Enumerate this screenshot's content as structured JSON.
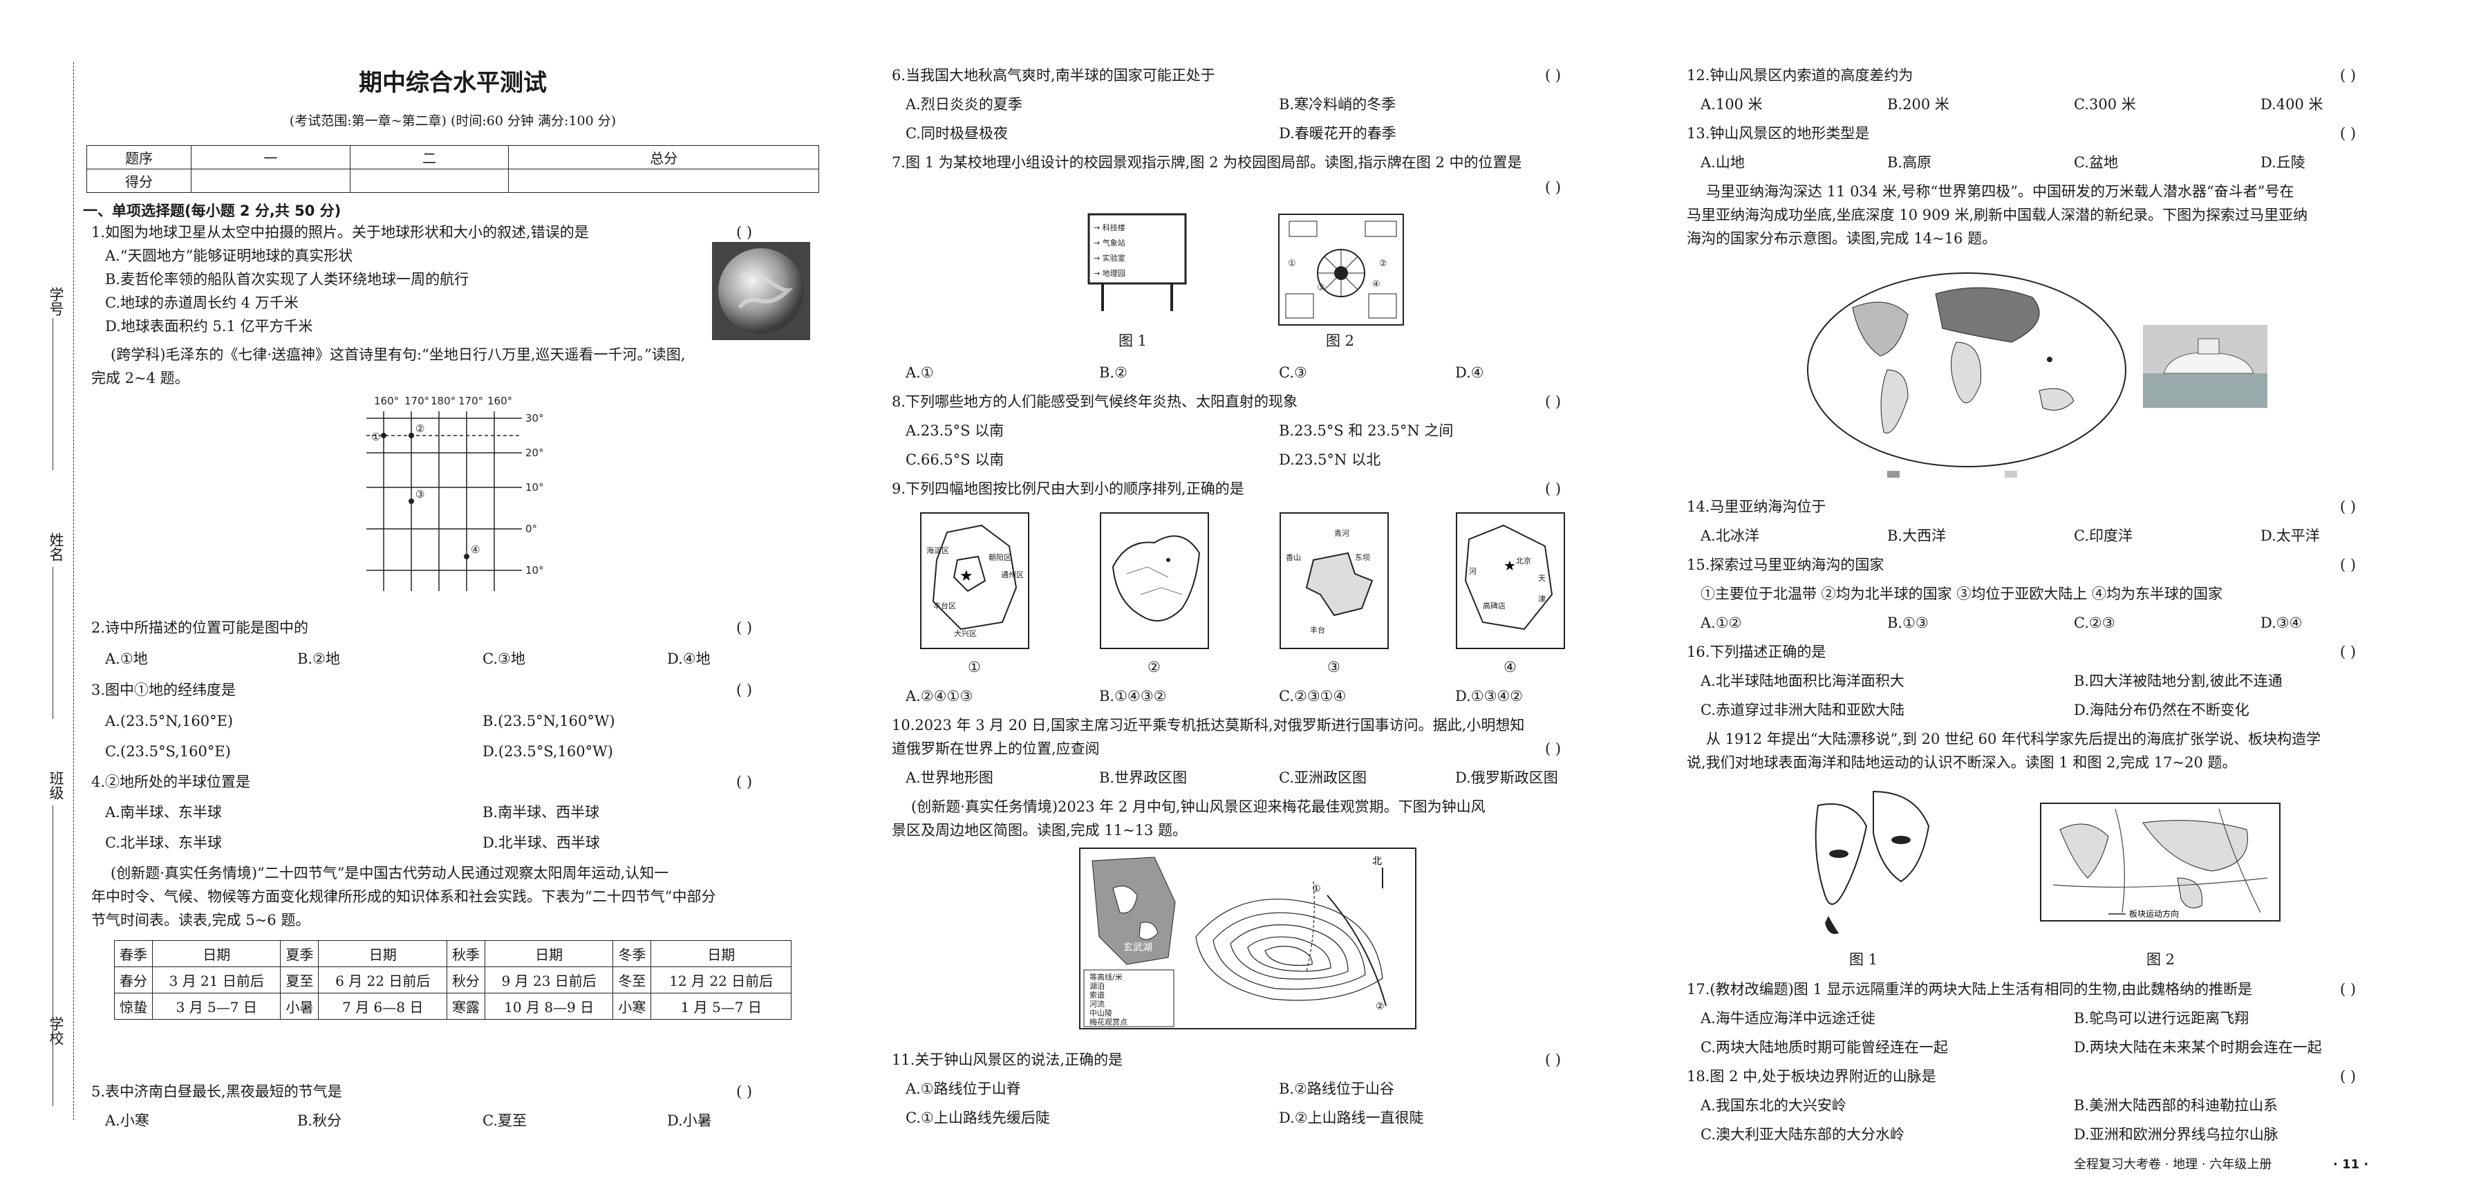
{
  "gutter": {
    "label1": "学号",
    "label2": "姓名",
    "label3": "班级",
    "label4": "学校"
  },
  "exam": {
    "title": "期中综合水平测试",
    "subtitle": "(考试范围:第一章~第二章) (时间:60 分钟 满分:100 分)",
    "score_table": {
      "headers": [
        "题序",
        "一",
        "二",
        "总分"
      ],
      "row_label": "得分"
    }
  },
  "section1": "一、单项选择题(每小题 2 分,共 50 分)",
  "paren": "(    )",
  "q1": {
    "stem": "1.如图为地球卫星从太空中拍摄的照片。关于地球形状和大小的叙述,错误的是",
    "a": "A.“天圆地方”能够证明地球的真实形状",
    "b": "B.麦哲伦率领的船队首次实现了人类环绕地球一周的航行",
    "c": "C.地球的赤道周长约 4 万千米",
    "d": "D.地球表面积约 5.1 亿平方千米"
  },
  "intro24": {
    "l1": "(跨学科)毛泽东的《七律·送瘟神》这首诗里有句:“坐地日行八万里,巡天遥看一千河。”读图,",
    "l2": "完成 2~4 题。"
  },
  "grid": {
    "top": [
      "160°",
      "170°",
      "180°",
      "170°",
      "160°"
    ],
    "right": [
      "30°",
      "20°",
      "10°",
      "0°",
      "10°"
    ],
    "points": [
      "①",
      "②",
      "③",
      "④"
    ]
  },
  "q2": {
    "stem": "2.诗中所描述的位置可能是图中的",
    "a": "A.①地",
    "b": "B.②地",
    "c": "C.③地",
    "d": "D.④地"
  },
  "q3": {
    "stem": "3.图中①地的经纬度是",
    "a": "A.(23.5°N,160°E)",
    "b": "B.(23.5°N,160°W)",
    "c": "C.(23.5°S,160°E)",
    "d": "D.(23.5°S,160°W)"
  },
  "q4": {
    "stem": "4.②地所处的半球位置是",
    "a": "A.南半球、东半球",
    "b": "B.南半球、西半球",
    "c": "C.北半球、东半球",
    "d": "D.北半球、西半球"
  },
  "intro56": {
    "l1": "(创新题·真实任务情境)“二十四节气”是中国古代劳动人民通过观察太阳周年运动,认知一",
    "l2": "年中时令、气候、物候等方面变化规律所形成的知识体系和社会实践。下表为“二十四节气”中部分",
    "l3": "节气时间表。读表,完成 5~6 题。"
  },
  "solar": {
    "head": [
      "春季",
      "日期",
      "夏季",
      "日期",
      "秋季",
      "日期",
      "冬季",
      "日期"
    ],
    "r1": [
      "春分",
      "3 月 21 日前后",
      "夏至",
      "6 月 22 日前后",
      "秋分",
      "9 月 23 日前后",
      "冬至",
      "12 月 22 日前后"
    ],
    "r2": [
      "惊蛰",
      "3 月 5—7 日",
      "小暑",
      "7 月 6—8 日",
      "寒露",
      "10 月 8—9 日",
      "小寒",
      "1 月 5—7 日"
    ]
  },
  "q5": {
    "stem": "5.表中济南白昼最长,黑夜最短的节气是",
    "a": "A.小寒",
    "b": "B.秋分",
    "c": "C.夏至",
    "d": "D.小暑"
  },
  "q6": {
    "stem": "6.当我国大地秋高气爽时,南半球的国家可能正处于",
    "a": "A.烈日炎炎的夏季",
    "b": "B.寒冷料峭的冬季",
    "c": "C.同时极昼极夜",
    "d": "D.春暖花开的春季"
  },
  "q7": {
    "stem": "7.图 1 为某校地理小组设计的校园景观指示牌,图 2 为校园图局部。读图,指示牌在图 2 中的位置是",
    "fig1": "图 1",
    "fig2": "图 2",
    "a": "A.①",
    "b": "B.②",
    "c": "C.③",
    "d": "D.④",
    "sign": [
      "→ 科技楼",
      "→ 气象站",
      "→ 实验室",
      "→ 地理园"
    ]
  },
  "q8": {
    "stem": "8.下列哪些地方的人们能感受到气候终年炎热、太阳直射的现象",
    "a": "A.23.5°S 以南",
    "b": "B.23.5°S 和 23.5°N 之间",
    "c": "C.66.5°S 以南",
    "d": "D.23.5°N 以北"
  },
  "q9": {
    "stem": "9.下列四幅地图按比例尺由大到小的顺序排列,正确的是",
    "labels": [
      "①",
      "②",
      "③",
      "④"
    ],
    "a": "A.②④①③",
    "b": "B.①④③②",
    "c": "C.②③①④",
    "d": "D.①③④②",
    "map1": [
      "海淀区",
      "朝阳区",
      "通州区",
      "丰台区",
      "大兴区"
    ],
    "map3": [
      "香山",
      "青河",
      "东坝",
      "丰台"
    ],
    "map4": [
      "河",
      "北京",
      "天",
      "津",
      "高碑店"
    ]
  },
  "q10": {
    "l1": "10.2023 年 3 月 20 日,国家主席习近平乘专机抵达莫斯科,对俄罗斯进行国事访问。据此,小明想知",
    "l2": "道俄罗斯在世界上的位置,应查阅",
    "a": "A.世界地形图",
    "b": "B.世界政区图",
    "c": "C.亚洲政区图",
    "d": "D.俄罗斯政区图"
  },
  "intro1113": {
    "l1": "(创新题·真实任务情境)2023 年 2 月中旬,钟山风景区迎来梅花最佳观赏期。下图为钟山风",
    "l2": "景区及周边地区简图。读图,完成 11~13 题。"
  },
  "zs_map": {
    "north": "北",
    "lake": "玄武湖",
    "legend": [
      "等高线/米",
      "湖泊",
      "索道",
      "河流",
      "中山陵",
      "梅花观赏点"
    ]
  },
  "q11": {
    "stem": "11.关于钟山风景区的说法,正确的是",
    "a": "A.①路线位于山脊",
    "b": "B.②路线位于山谷",
    "c": "C.①上山路线先缓后陡",
    "d": "D.②上山路线一直很陡"
  },
  "q12": {
    "stem": "12.钟山风景区内索道的高度差约为",
    "a": "A.100 米",
    "b": "B.200 米",
    "c": "C.300 米",
    "d": "D.400 米"
  },
  "q13": {
    "stem": "13.钟山风景区的地形类型是",
    "a": "A.山地",
    "b": "B.高原",
    "c": "C.盆地",
    "d": "D.丘陵"
  },
  "intro1416": {
    "l1": "马里亚纳海沟深达 11 034 米,号称“世界第四极”。中国研发的万米载人潜水器“奋斗者”号在",
    "l2": "马里亚纳海沟成功坐底,坐底深度 10 909 米,刷新中国载人深潜的新纪录。下图为探索过马里亚纳",
    "l3": "海沟的国家分布示意图。读图,完成 14~16 题。"
  },
  "q14": {
    "stem": "14.马里亚纳海沟位于",
    "a": "A.北冰洋",
    "b": "B.大西洋",
    "c": "C.印度洋",
    "d": "D.太平洋"
  },
  "q15": {
    "stem": "15.探索过马里亚纳海沟的国家",
    "opts": "①主要位于北温带 ②均为北半球的国家 ③均位于亚欧大陆上 ④均为东半球的国家",
    "a": "A.①②",
    "b": "B.①③",
    "c": "C.②③",
    "d": "D.③④"
  },
  "q16": {
    "stem": "16.下列描述正确的是",
    "a": "A.北半球陆地面积比海洋面积大",
    "b": "B.四大洋被陆地分割,彼此不连通",
    "c": "C.赤道穿过非洲大陆和亚欧大陆",
    "d": "D.海陆分布仍然在不断变化"
  },
  "intro1720": {
    "l1": "从 1912 年提出“大陆漂移说”,到 20 世纪 60 年代科学家先后提出的海底扩张学说、板块构造学",
    "l2": "说,我们对地球表面海洋和陆地运动的认识不断深入。读图 1 和图 2,完成 17~20 题。"
  },
  "fig_17": {
    "fig1": "图 1",
    "fig2": "图 2",
    "arrow": "板块运动方向"
  },
  "q17": {
    "stem": "17.(教材改编题)图 1 显示远隔重洋的两块大陆上生活有相同的生物,由此魏格纳的推断是",
    "a": "A.海牛适应海洋中远途迁徙",
    "b": "B.鸵鸟可以进行远距离飞翔",
    "c": "C.两块大陆地质时期可能曾经连在一起",
    "d": "D.两块大陆在未来某个时期会连在一起"
  },
  "q18": {
    "stem": "18.图 2 中,处于板块边界附近的山脉是",
    "a": "A.我国东北的大兴安岭",
    "b": "B.美洲大陆西部的科迪勒拉山系",
    "c": "C.澳大利亚大陆东部的大分水岭",
    "d": "D.亚洲和欧洲分界线乌拉尔山脉"
  },
  "footer": {
    "series": "全程复习大考卷 · 地理 · 六年级上册",
    "page": "· 11 ·"
  }
}
